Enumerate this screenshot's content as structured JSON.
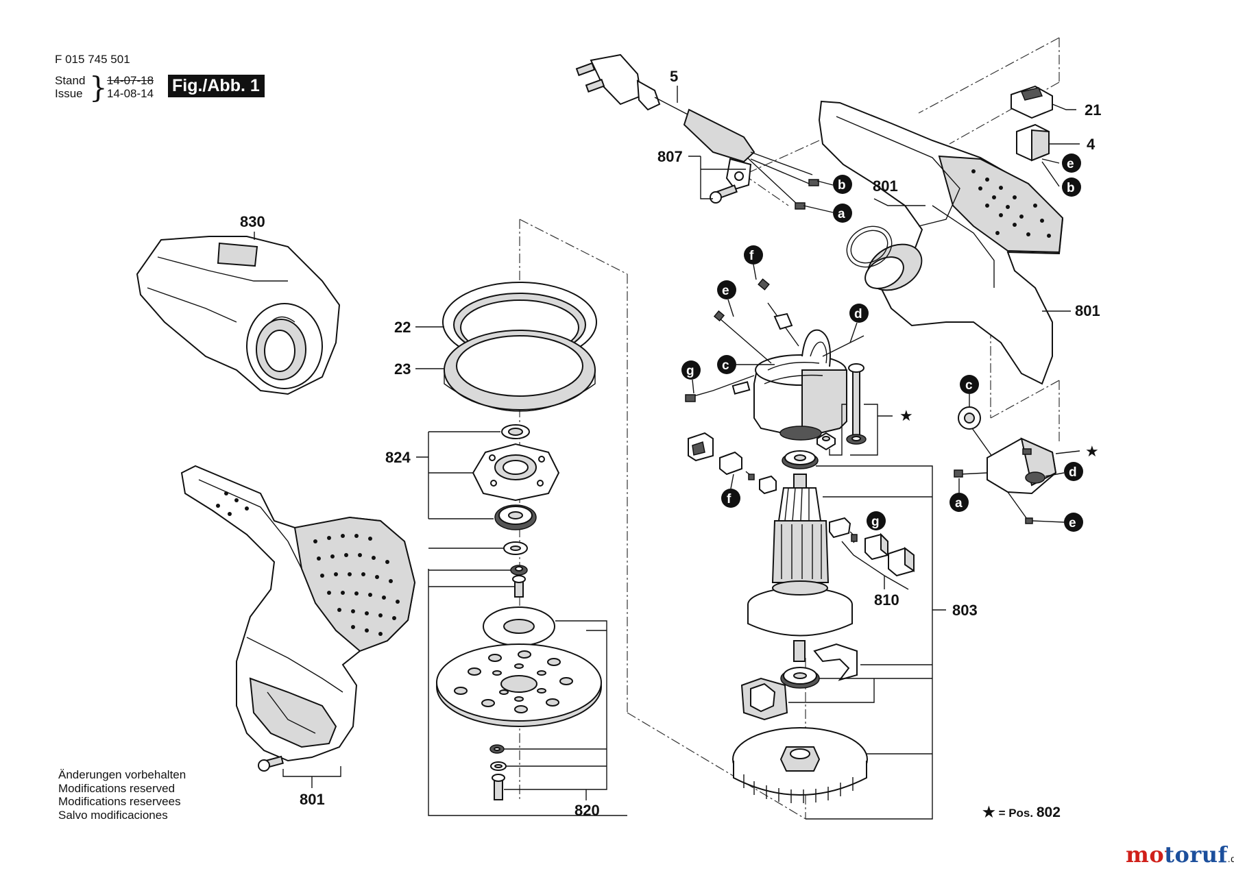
{
  "header": {
    "doc_number": "F 015 745 501",
    "stand_label": "Stand",
    "issue_label": "Issue",
    "stand_date": "14-07-18",
    "issue_date": "14-08-14",
    "figure_label": "Fig./Abb. 1"
  },
  "disclaimer": [
    "Änderungen vorbehalten",
    "Modifications reserved",
    "Modifications reservees",
    "Salvo modificaciones"
  ],
  "legend": {
    "star": "★",
    "equals": "= Pos.",
    "position": "802"
  },
  "watermark": {
    "name": "motoruf",
    "suffix": ".de"
  },
  "part_numbers": {
    "p5": "5",
    "p807": "807",
    "p21": "21",
    "p4": "4",
    "p801_top": "801",
    "p801_right": "801",
    "p801_bottom": "801",
    "p830": "830",
    "p22": "22",
    "p23": "23",
    "p824": "824",
    "p820": "820",
    "p803": "803",
    "p810": "810"
  },
  "connector_letters": {
    "b1": "b",
    "a1": "a",
    "e_top": "e",
    "b_top": "b",
    "f1": "f",
    "e1": "e",
    "d1": "d",
    "c1": "c",
    "g1": "g",
    "f2": "f",
    "g2": "g",
    "c2": "c",
    "d2": "d",
    "a2": "a",
    "e2": "e"
  },
  "stars": {
    "s1": "★",
    "s2": "★"
  },
  "colors": {
    "ink": "#111111",
    "part_fill": "#ffffff",
    "part_shade": "#d9d9d9",
    "brand_red": "#d0201a",
    "brand_blue": "#1c4f9c"
  }
}
